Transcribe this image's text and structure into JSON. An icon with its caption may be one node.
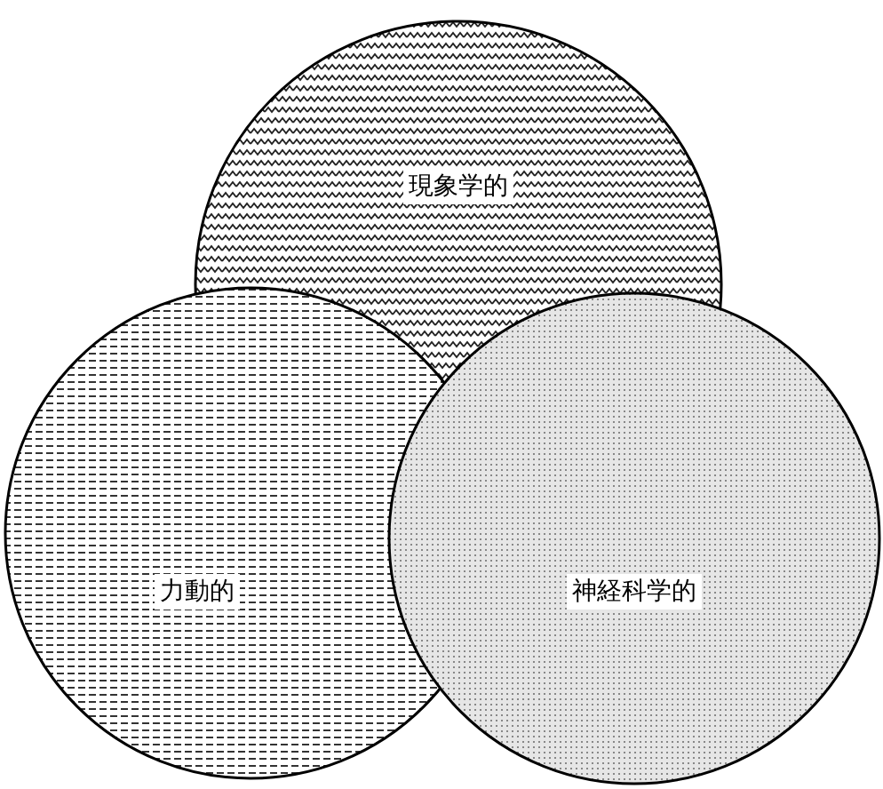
{
  "diagram": {
    "nodes": [
      {
        "text": [
          "現象学的"
        ]
      },
      {
        "text": [
          "力動的"
        ]
      },
      {
        "text": [
          "神経科学的"
        ]
      }
    ]
  }
}
